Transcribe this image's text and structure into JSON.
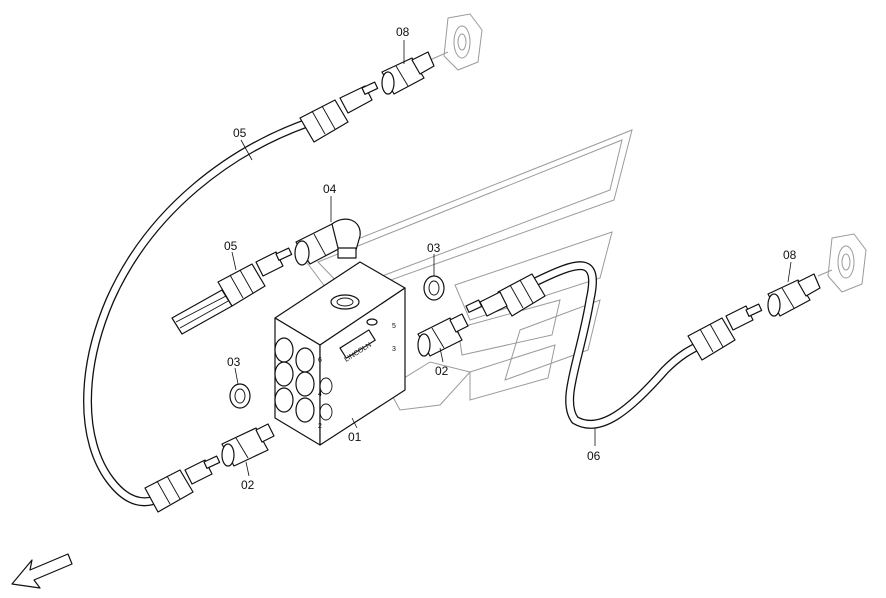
{
  "callouts": {
    "c08_top": "08",
    "c05_top": "05",
    "c04": "04",
    "c05_mid": "05",
    "c03_right": "03",
    "c08_right": "08",
    "c03_left": "03",
    "c02_right": "02",
    "c01": "01",
    "c02_bottom": "02",
    "c06": "06"
  },
  "block": {
    "brand": "LINCOLN",
    "port_5": "5",
    "port_3": "3",
    "port_6": "6",
    "port_4": "4",
    "port_2": "2"
  }
}
